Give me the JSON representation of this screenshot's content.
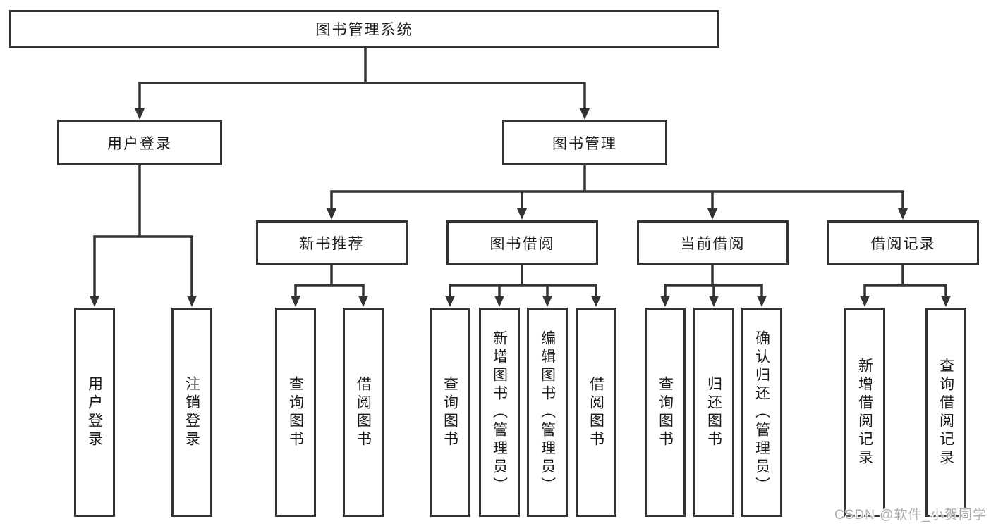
{
  "diagram": {
    "title_node": "图书管理系统",
    "level2": [
      "用户登录",
      "图书管理"
    ],
    "level3": [
      "新书推荐",
      "图书借阅",
      "当前借阅",
      "借阅记录"
    ],
    "leaves": {
      "user_login": [
        "用户登录",
        "注销登录"
      ],
      "new_book_rec": [
        "查询图书",
        "借阅图书"
      ],
      "book_borrow": [
        "查询图书",
        "新增图书（管理员）",
        "编辑图书（管理员）",
        "借阅图书"
      ],
      "current_borrow": [
        "查询图书",
        "归还图书",
        "确认归还（管理员）"
      ],
      "borrow_record": [
        "新增借阅记录",
        "查询借阅记录"
      ]
    }
  },
  "watermark": "CSDN @软件_小贺同学",
  "colors": {
    "line": "#333333",
    "box_border": "#333333",
    "text": "#1b1b1b",
    "background": "#ffffff",
    "watermark": "#a9adb2"
  }
}
